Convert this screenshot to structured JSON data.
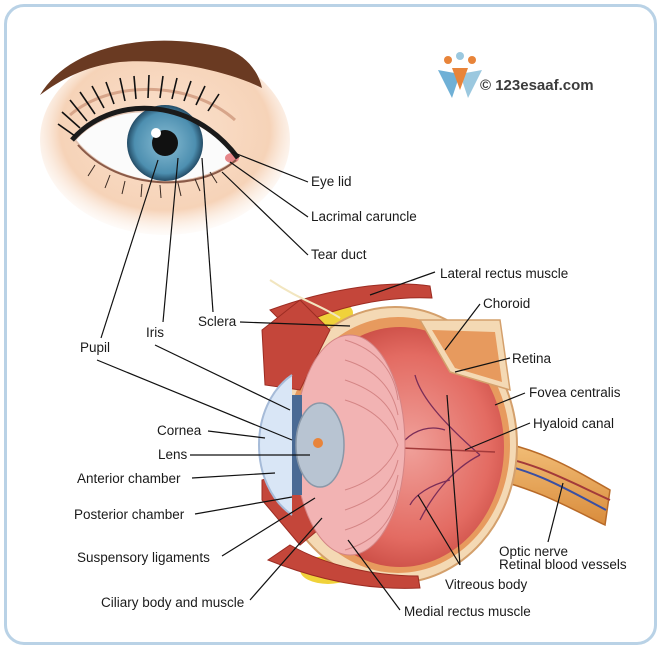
{
  "watermark": {
    "text": "© 123esaaf.com"
  },
  "colors": {
    "frame": "#b9d2e6",
    "iris": "#4d8fb0",
    "muscle": "#c4463a",
    "retina": "#e9a06a",
    "skin": "#f6d3b8"
  },
  "labels": {
    "eye_lid": "Eye lid",
    "lacrimal_caruncle": "Lacrimal caruncle",
    "tear_duct": "Tear duct",
    "lateral_rectus_muscle": "Lateral rectus muscle",
    "choroid": "Choroid",
    "retina": "Retina",
    "fovea_centralis": "Fovea centralis",
    "hyaloid_canal": "Hyaloid canal",
    "optic_nerve": "Optic nerve",
    "retinal_blood_vessels": "Retinal blood vessels",
    "vitreous_body": "Vitreous body",
    "medial_rectus_muscle": "Medial rectus muscle",
    "ciliary_body_and_muscle": "Ciliary body and muscle",
    "suspensory_ligaments": "Suspensory ligaments",
    "posterior_chamber": "Posterior chamber",
    "anterior_chamber": "Anterior chamber",
    "lens": "Lens",
    "cornea": "Cornea",
    "pupil": "Pupil",
    "iris": "Iris",
    "sclera": "Sclera"
  }
}
